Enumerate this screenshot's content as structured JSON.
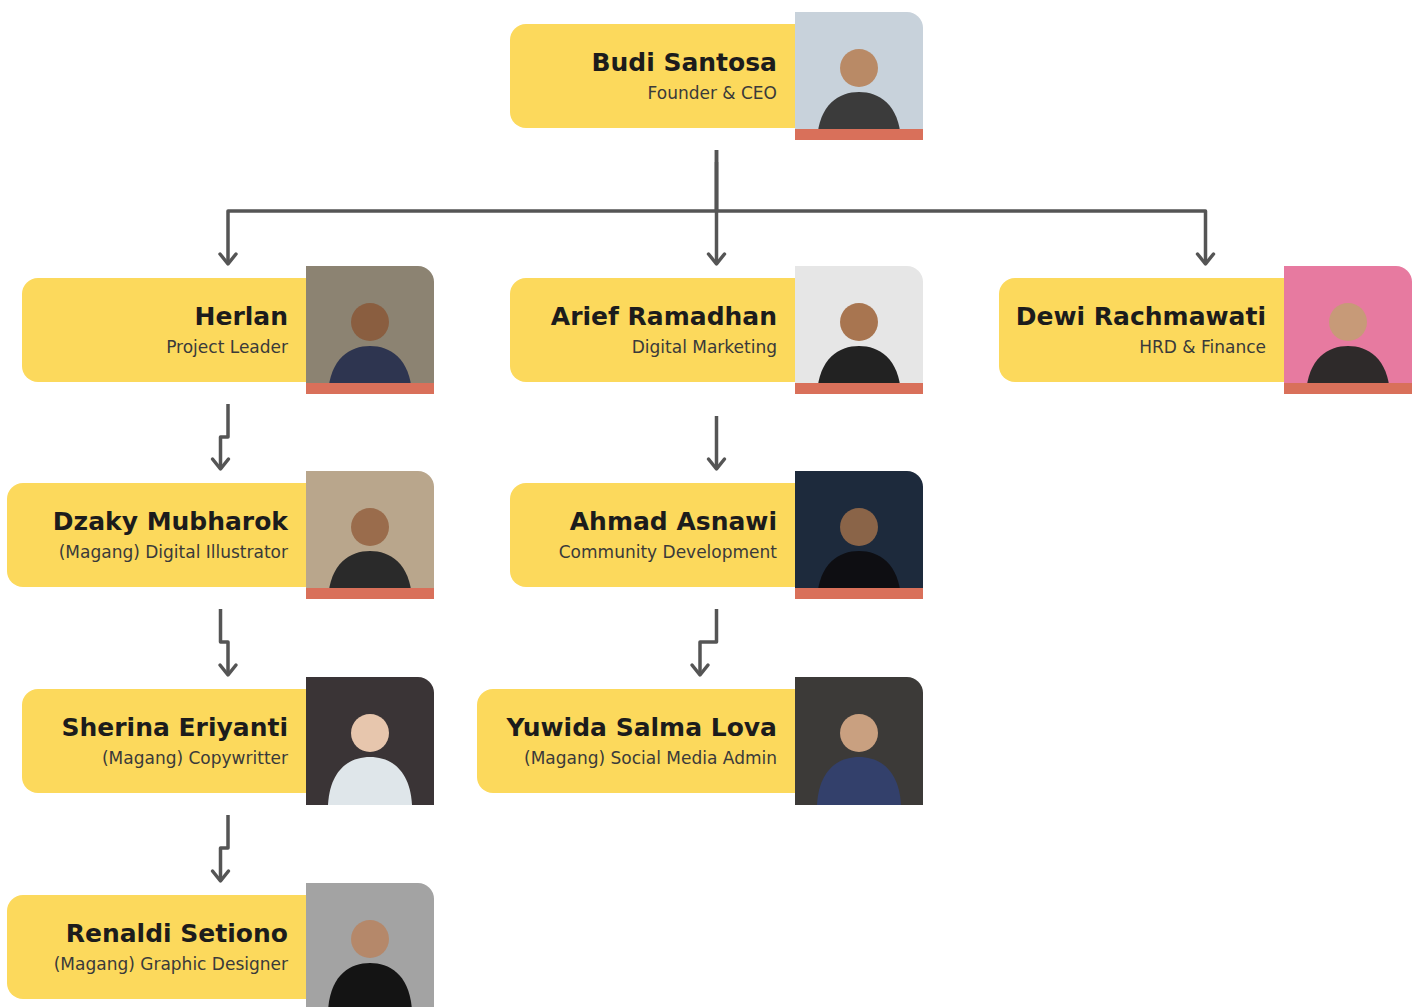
{
  "diagram": {
    "nodes": [
      {
        "text": [
          "Budi Santosa",
          "Founder & CEO"
        ]
      },
      {
        "text": [
          "Herlan",
          "Project Leader"
        ]
      },
      {
        "text": [
          "Arief Ramadhan",
          "Digital Marketing"
        ]
      },
      {
        "text": [
          "Dewi Rachmawati",
          "HRD & Finance"
        ]
      },
      {
        "text": [
          "Dzaky Mubharok",
          "(Magang) Digital Illustrator"
        ]
      },
      {
        "text": [
          "Ahmad Asnawi",
          "Community Development"
        ]
      },
      {
        "text": [
          "Sherina Eriyanti",
          "(Magang) Copywritter"
        ]
      },
      {
        "text": [
          "Yuwida Salma Lova",
          "(Magang) Social Media Admin"
        ]
      },
      {
        "text": [
          "Renaldi Setiono",
          "(Magang) Graphic Designer"
        ]
      }
    ],
    "edges": [
      {
        "from": 0,
        "to": 1,
        "arrow": "to"
      },
      {
        "from": 0,
        "to": 2,
        "arrow": "to"
      },
      {
        "from": 0,
        "to": 3,
        "arrow": "to"
      },
      {
        "from": 1,
        "to": 4,
        "arrow": "to"
      },
      {
        "from": 4,
        "to": 6,
        "arrow": "to"
      },
      {
        "from": 6,
        "to": 8,
        "arrow": "to"
      },
      {
        "from": 2,
        "to": 5,
        "arrow": "to"
      },
      {
        "from": 5,
        "to": 7,
        "arrow": "to"
      }
    ]
  }
}
